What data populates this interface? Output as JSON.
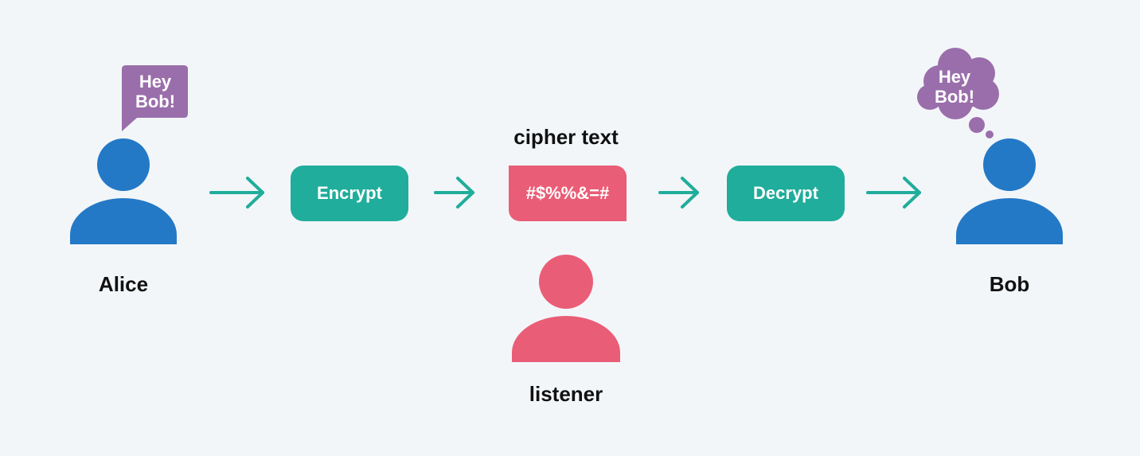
{
  "actors": {
    "alice": {
      "label": "Alice",
      "speech": [
        "Hey",
        "Bob!"
      ]
    },
    "bob": {
      "label": "Bob",
      "thought": [
        "Hey",
        "Bob!"
      ]
    },
    "listener": {
      "label": "listener"
    }
  },
  "steps": {
    "encrypt": "Encrypt",
    "cipher_label": "cipher text",
    "cipher_value": "#$%%&=#",
    "decrypt": "Decrypt"
  },
  "colors": {
    "background": "#f2f6f9",
    "person_blue": "#2479c6",
    "listener_pink": "#ea5d76",
    "step_teal": "#20ad9b",
    "bubble_purple": "#9a6eab",
    "arrow_teal": "#20ad9b"
  },
  "icons": {
    "person": "person-icon",
    "arrow": "arrow-right-icon",
    "speech": "speech-bubble-icon",
    "thought": "thought-bubble-icon"
  }
}
